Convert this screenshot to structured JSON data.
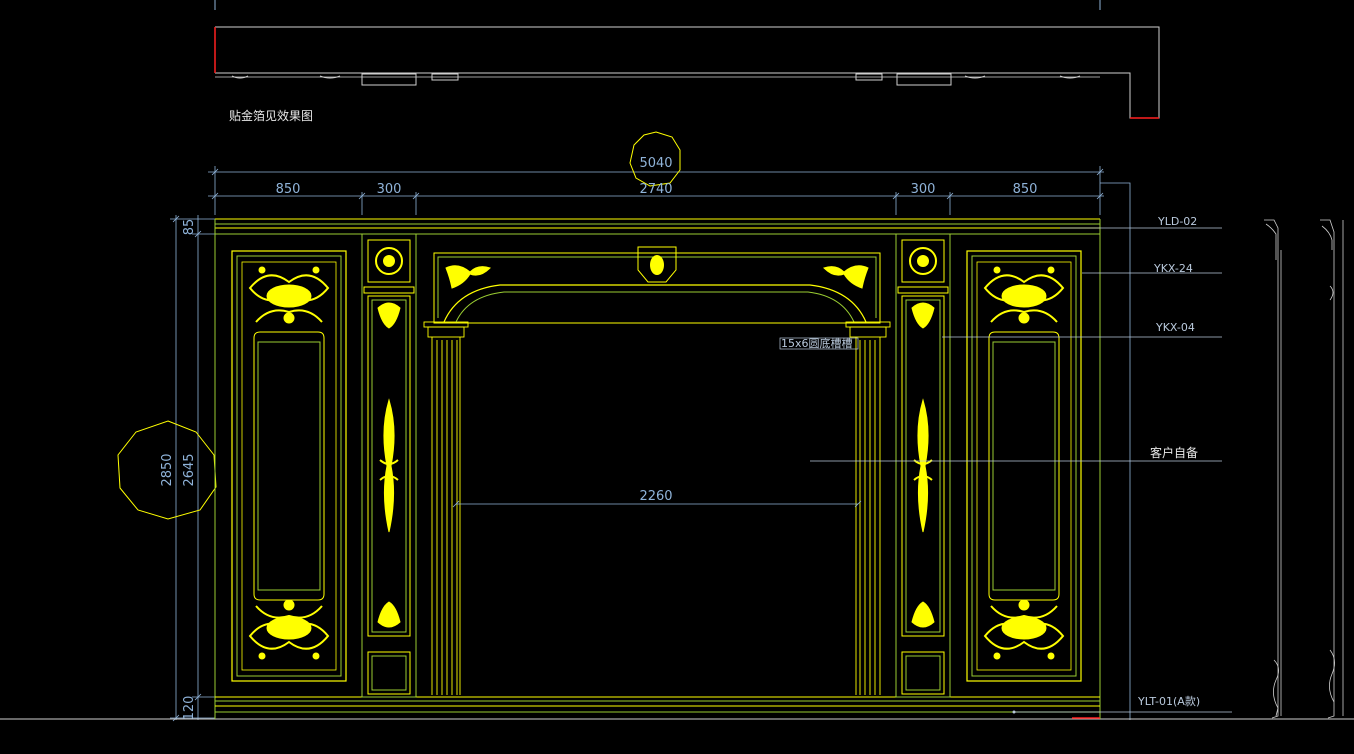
{
  "drawing": {
    "title": "贴金箔见效果图",
    "total_width": "5040",
    "dims_top": [
      "850",
      "300",
      "2740",
      "300",
      "850"
    ],
    "dims_left_outer": "2850",
    "dims_left_inner": "2645",
    "dims_left_top": "85",
    "dims_left_bottom": "120",
    "opening_width": "2260",
    "callouts": {
      "yld02": "YLD-02",
      "ykx24": "YKX-24",
      "ykx04": "YKX-04",
      "client": "客户自备",
      "ylt01": "YLT-01(A款)",
      "slot": "15x6圆底槽槽"
    }
  },
  "colors": {
    "background": "#000000",
    "yellow": "#ffff00",
    "green": "#9acd32",
    "dimension": "#8fb3d9",
    "red": "#ff2020",
    "white": "#ffffff"
  }
}
